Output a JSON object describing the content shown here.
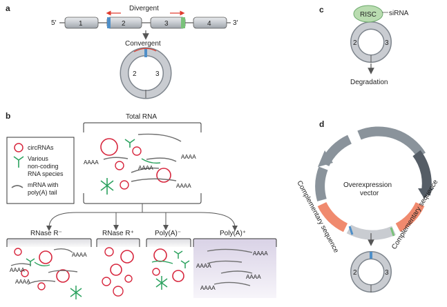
{
  "panels": {
    "a": {
      "letter": "a",
      "five_prime": "5′",
      "three_prime": "3′",
      "exons": [
        "1",
        "2",
        "3",
        "4"
      ],
      "divergent": "Divergent",
      "convergent": "Convergent",
      "circle_left": "2",
      "circle_right": "3"
    },
    "b": {
      "letter": "b",
      "total_rna": "Total RNA",
      "legend": {
        "circrnas": "circRNAs",
        "ncrna_1": "Various",
        "ncrna_2": "non-coding",
        "ncrna_3": "RNA species",
        "mrna_1": "mRNA with",
        "mrna_2": "poly(A) tail"
      },
      "polya": "AAAA",
      "tubes": [
        "RNase R⁻",
        "RNase R⁺",
        "Poly(A)⁻",
        "Poly(A)⁺"
      ]
    },
    "c": {
      "letter": "c",
      "risc": "RISC",
      "sirna": "siRNA",
      "circle_left": "2",
      "circle_right": "3",
      "degradation": "Degradation"
    },
    "d": {
      "letter": "d",
      "vector_1": "Overexpression",
      "vector_2": "vector",
      "comp_left": "Complementary sequence",
      "comp_right": "Complementary sequence",
      "circle_left": "2",
      "circle_right": "3"
    }
  },
  "colors": {
    "exon": "#c9ccd1",
    "junction_blue": "#4f8fc8",
    "junction_green": "#7ac27a",
    "arrow_red": "#e03a2e",
    "circ_red": "#d7263d",
    "ncrna_green": "#2ca25f",
    "mrna_grey": "#6e6e6e",
    "risc_fill": "#b9dcb0",
    "comp_orange": "#f08a6e",
    "vector_dark": "#555d66",
    "vector_light": "#8a939b",
    "tube_fill": "#f2f2f4",
    "polya_plus_fill": "#e7e2ee"
  }
}
